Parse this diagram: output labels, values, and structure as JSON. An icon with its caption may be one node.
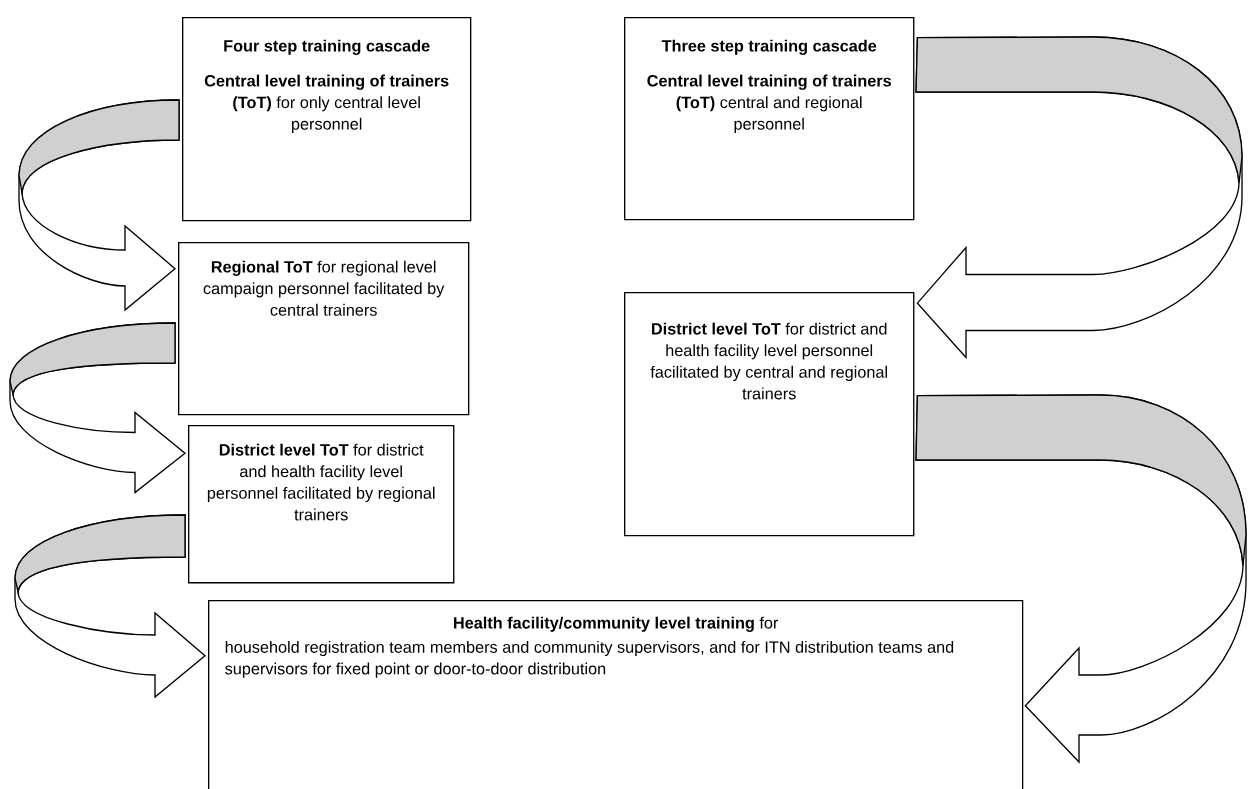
{
  "diagram": {
    "nodes": [
      {
        "text": [
          "Four step training cascade",
          "**Central level training of trainers (ToT)** for only central level personnel"
        ]
      },
      {
        "text": [
          "**Regional ToT** for regional level campaign personnel facilitated by central trainers"
        ]
      },
      {
        "text": [
          "**District level ToT** for district and health facility level personnel facilitated by regional trainers"
        ]
      },
      {
        "text": [
          "**Health facility/community level training** for",
          "household registration team members and community supervisors, and for ITN distribution teams and supervisors for fixed point or door-to-door distribution"
        ]
      },
      {
        "text": [
          "Three step training cascade",
          "**Central level training of trainers (ToT)** central and regional personnel"
        ]
      },
      {
        "text": [
          "**District level ToT** for district and health facility level personnel facilitated by central and regional trainers"
        ]
      }
    ],
    "edges": [
      {
        "from": 0,
        "to": 1,
        "arrow": "to"
      },
      {
        "from": 1,
        "to": 2,
        "arrow": "to"
      },
      {
        "from": 2,
        "to": 3,
        "arrow": "to"
      },
      {
        "from": 4,
        "to": 5,
        "arrow": "to"
      },
      {
        "from": 5,
        "to": 3,
        "arrow": "to"
      }
    ]
  }
}
